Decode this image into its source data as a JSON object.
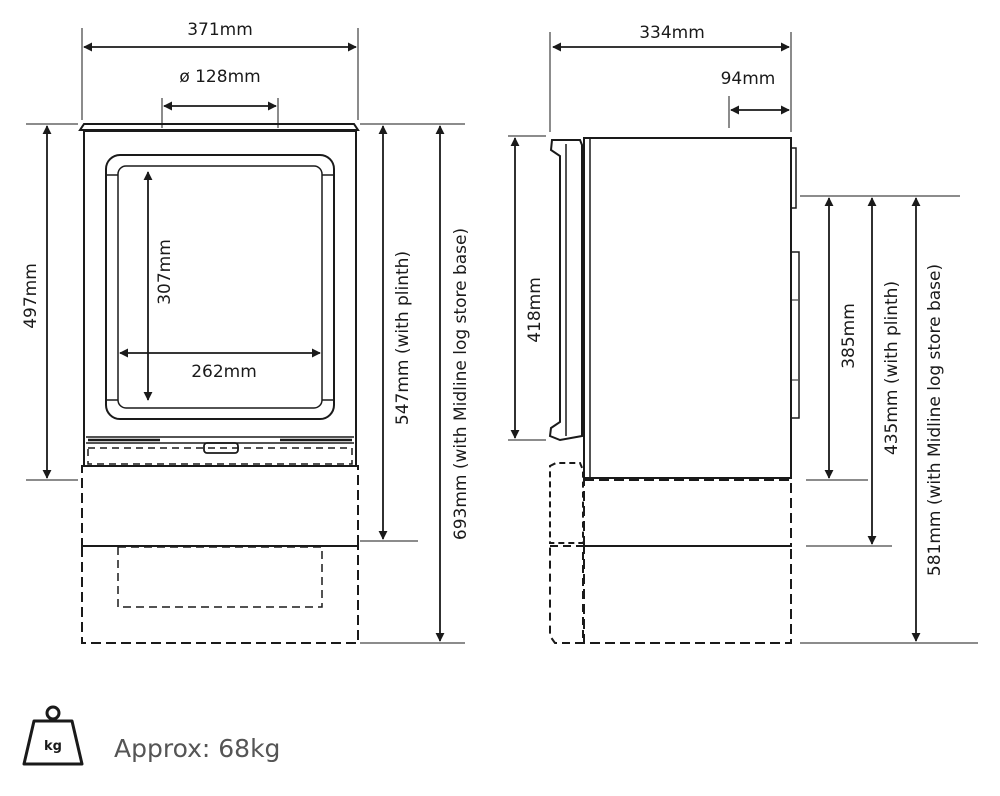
{
  "front_view": {
    "width": "371mm",
    "flue_diameter": "ø 128mm",
    "height": "497mm",
    "height_with_plinth": "547mm (with plinth)",
    "height_with_log_store": "693mm (with Midline log store base)",
    "glass_height": "307mm",
    "glass_width": "262mm"
  },
  "side_view": {
    "depth": "334mm",
    "flue_offset": "94mm",
    "door_height": "418mm",
    "flue_centre_height": "385mm",
    "flue_centre_with_plinth": "435mm (with plinth)",
    "flue_centre_with_log_store": "581mm (with Midline log store base)"
  },
  "weight": {
    "icon": "kg-weight-icon",
    "icon_text": "kg",
    "label": "Approx: 68kg"
  }
}
